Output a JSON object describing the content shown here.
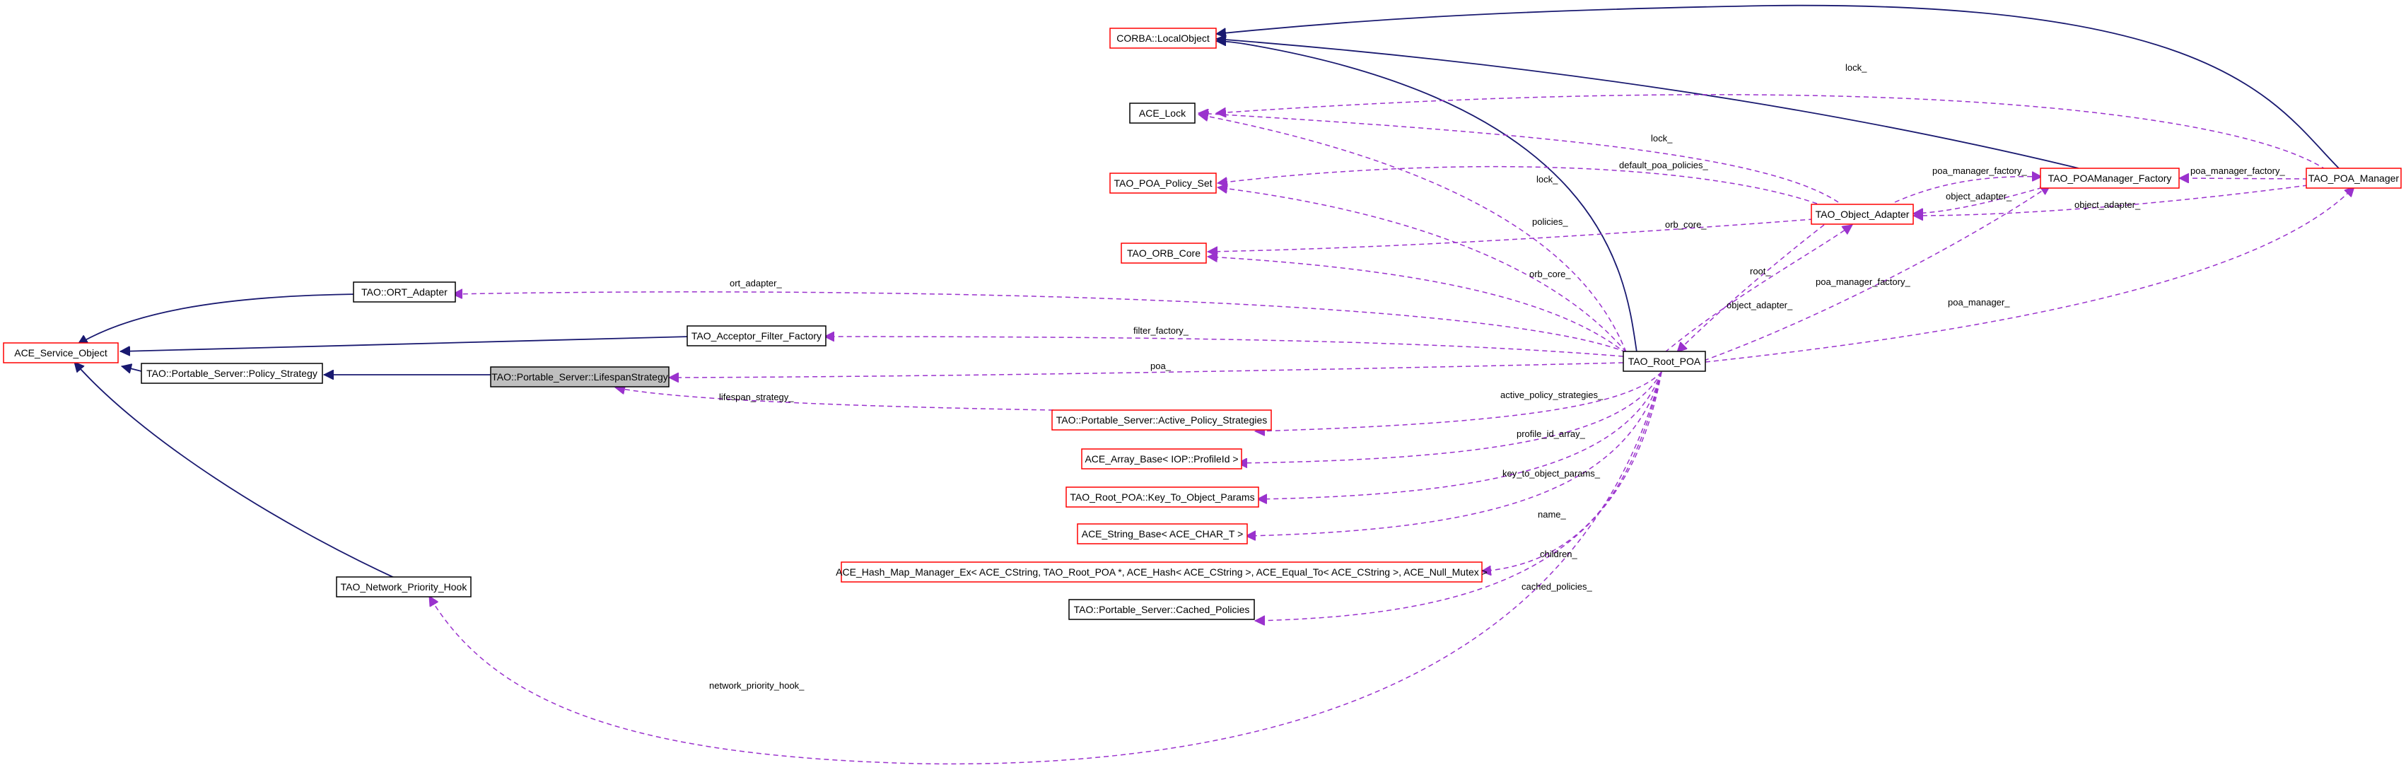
{
  "colors": {
    "inherit_edge": "#191970",
    "usage_edge": "#9a32cd",
    "node_border_plain": "#000000",
    "node_border_undocumented": "#ff0000",
    "node_fill_focus": "#bfbfbf",
    "node_fill": "#ffffff"
  },
  "nodes": {
    "corba_localobject": "CORBA::LocalObject",
    "ace_lock": "ACE_Lock",
    "tao_poa_policy_set": "TAO_POA_Policy_Set",
    "tao_orb_core": "TAO_ORB_Core",
    "tao_ort_adapter": "TAO::ORT_Adapter",
    "ace_service_object": "ACE_Service_Object",
    "tao_acceptor_filter_factory": "TAO_Acceptor_Filter_Factory",
    "policy_strategy": "TAO::Portable_Server::Policy_Strategy",
    "lifespan_strategy": "TAO::Portable_Server::LifespanStrategy",
    "active_policy_strategies": "TAO::Portable_Server::Active_Policy_Strategies",
    "ace_array_base": "ACE_Array_Base< IOP::ProfileId >",
    "key_to_object_params": "TAO_Root_POA::Key_To_Object_Params",
    "ace_string_base": "ACE_String_Base< ACE_CHAR_T >",
    "hash_map_manager": "ACE_Hash_Map_Manager_Ex< ACE_CString, TAO_Root_POA *, ACE_Hash< ACE_CString >, ACE_Equal_To< ACE_CString >, ACE_Null_Mutex >",
    "cached_policies": "TAO::Portable_Server::Cached_Policies",
    "network_priority_hook": "TAO_Network_Priority_Hook",
    "tao_root_poa": "TAO_Root_POA",
    "tao_object_adapter": "TAO_Object_Adapter",
    "poamanager_factory": "TAO_POAManager_Factory",
    "tao_poa_manager": "TAO_POA_Manager"
  },
  "edge_labels": {
    "lock_top": "lock_",
    "lock_adapter": "lock_",
    "lock_root": "lock_",
    "default_poa_policies": "default_poa_policies_",
    "policies": "policies_",
    "orb_core_adapter": "orb_core_",
    "orb_core_root": "orb_core_",
    "poa_manager_factory_adapter": "poa_manager_factory_",
    "poa_manager_factory_mgr": "poa_manager_factory_",
    "poa_manager_factory_root": "poa_manager_factory_",
    "object_adapter_factory": "object_adapter_",
    "object_adapter_mgr": "object_adapter_",
    "object_adapter_root": "object_adapter_",
    "root": "root_",
    "poa_manager": "poa_manager_",
    "ort_adapter": "ort_adapter_",
    "filter_factory": "filter_factory_",
    "poa": "poa_",
    "lifespan_strategy": "lifespan_strategy_",
    "active_policy_strategies": "active_policy_strategies_",
    "profile_id_array": "profile_id_array_",
    "key_to_object_params": "key_to_object_params_",
    "name": "name_",
    "children": "children_",
    "cached_policies": "cached_policies_",
    "network_priority_hook": "network_priority_hook_"
  }
}
